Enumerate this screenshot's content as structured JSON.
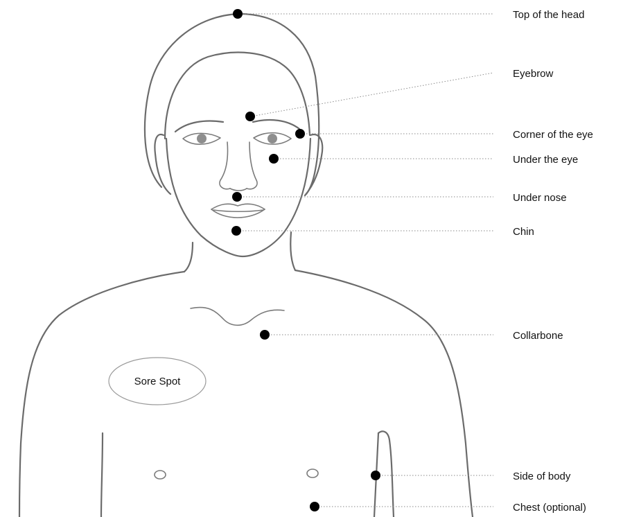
{
  "diagram": {
    "points": [
      {
        "id": "top-of-head",
        "label": "Top of the head"
      },
      {
        "id": "eyebrow",
        "label": "Eyebrow"
      },
      {
        "id": "corner-of-eye",
        "label": "Corner of the eye"
      },
      {
        "id": "under-eye",
        "label": "Under the eye"
      },
      {
        "id": "under-nose",
        "label": "Under nose"
      },
      {
        "id": "chin",
        "label": "Chin"
      },
      {
        "id": "collarbone",
        "label": "Collarbone"
      },
      {
        "id": "side-of-body",
        "label": "Side of body"
      },
      {
        "id": "chest",
        "label": "Chest (optional)"
      }
    ],
    "sore_spot_label": "Sore Spot",
    "colors": {
      "outline": "#6b6b6b",
      "dot": "#000000",
      "leader": "#8a8a8a",
      "text": "#111111"
    }
  }
}
